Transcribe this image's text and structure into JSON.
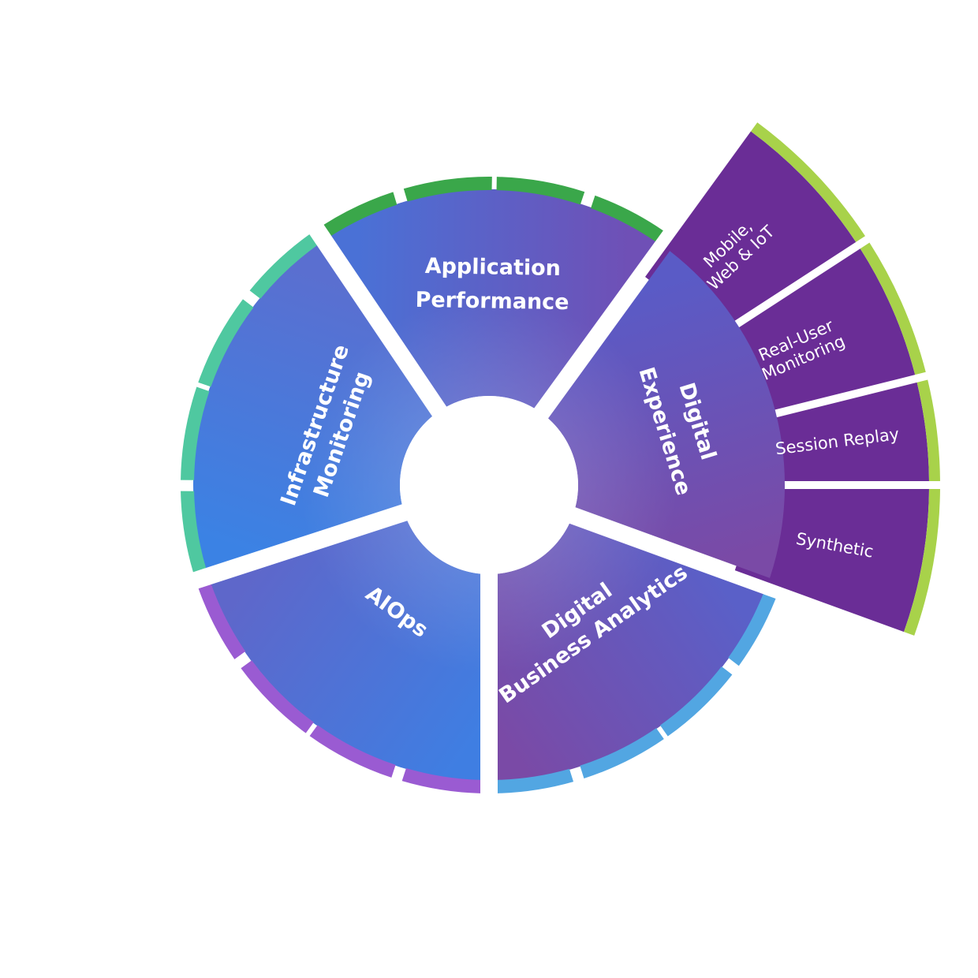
{
  "diagram": {
    "segments": [
      {
        "id": "application-performance",
        "label_lines": [
          "Application",
          "Performance"
        ],
        "gradient": [
          "#4a71d6",
          "#6f50b6"
        ],
        "rim_color": "#3aa74a"
      },
      {
        "id": "digital-experience",
        "label_lines": [
          "Digital",
          "Experience"
        ],
        "gradient": [
          "#5a5bc6",
          "#7a4aa6"
        ],
        "rim_color": null
      },
      {
        "id": "digital-business-analytics",
        "label_lines": [
          "Digital",
          "Business Analytics"
        ],
        "gradient": [
          "#5a60c8",
          "#7a4aa6"
        ],
        "rim_color": "#52a6e2"
      },
      {
        "id": "aiops",
        "label_lines": [
          "AIOps"
        ],
        "gradient": [
          "#3f7ee2",
          "#5e67ca"
        ],
        "rim_color": "#9a5bd2"
      },
      {
        "id": "infrastructure-monitoring",
        "label_lines": [
          "Infrastructure",
          "Monitoring"
        ],
        "gradient": [
          "#3b82e4",
          "#5a6fd0"
        ],
        "rim_color": "#4fc8a0"
      }
    ],
    "digital_experience_subsegments": [
      {
        "id": "mobile-web-iot",
        "label_lines": [
          "Mobile,",
          "Web & IoT"
        ]
      },
      {
        "id": "real-user-monitoring",
        "label_lines": [
          "Real-User",
          "Monitoring"
        ]
      },
      {
        "id": "session-replay",
        "label_lines": [
          "Session Replay"
        ]
      },
      {
        "id": "synthetic",
        "label_lines": [
          "Synthetic"
        ]
      }
    ],
    "subsegment_fill": "#6a2d96",
    "subsegment_rim_color": "#a8d24a"
  }
}
